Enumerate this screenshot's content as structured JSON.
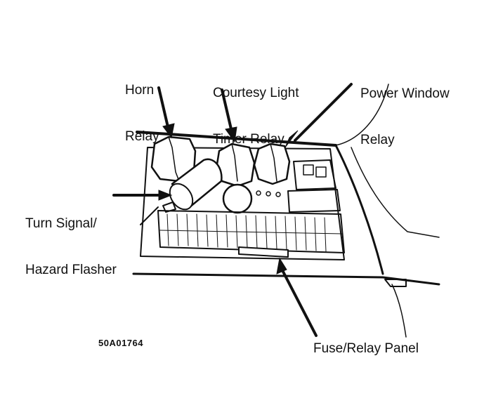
{
  "labels": {
    "horn_relay": [
      "Horn",
      "Relay"
    ],
    "courtesy_light": [
      "Courtesy Light",
      "Timer Relay"
    ],
    "power_window": [
      "Power Window",
      "Relay"
    ],
    "turn_signal": [
      "Turn Signal/",
      "Hazard Flasher"
    ],
    "fuse_panel": "Fuse/Relay Panel",
    "figure_code": "50A01764"
  },
  "colors": {
    "ink": "#111111",
    "paper": "#ffffff"
  }
}
